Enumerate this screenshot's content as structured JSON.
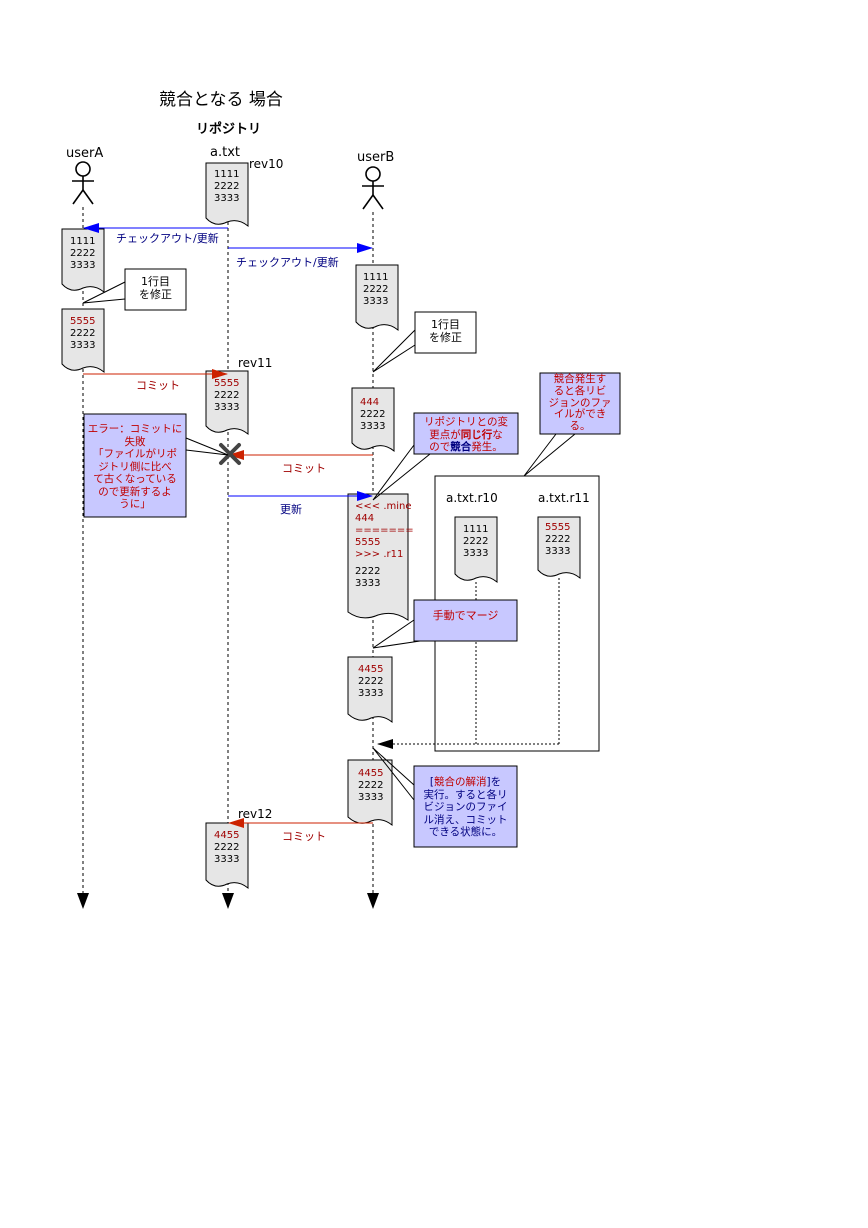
{
  "title": "競合となる 場合",
  "subtitle": "リポジトリ",
  "actors": {
    "userA": "userA",
    "repo": "a.txt",
    "userB": "userB"
  },
  "revisions": {
    "rev10": "rev10",
    "rev11": "rev11",
    "rev12": "rev12"
  },
  "messages": {
    "checkout_a": "チェックアウト/更新",
    "checkout_b": "チェックアウト/更新",
    "commit_a": "コミット",
    "commit_b_fail": "コミット",
    "update_b": "更新",
    "commit_b_ok": "コミット"
  },
  "documents": {
    "repo_rev10": "1111\n2222\n3333",
    "a_checkout": "1111\n2222\n3333",
    "b_checkout": "1111\n2222\n3333",
    "a_modified_line1": "5555",
    "a_modified_rest": "2222\n3333",
    "repo_rev11_line1": "5555",
    "repo_rev11_rest": "2222\n3333",
    "b_modified_line1": "444",
    "b_modified_rest": "2222\n3333",
    "b_conflict_marked": "<<< .mine\n444\n=======\n5555\n>>> .r11",
    "b_conflict_rest": "2222\n3333",
    "b_merged_line1": "4455",
    "b_merged_rest": "2222\n3333",
    "b_resolved_line1": "4455",
    "b_resolved_rest": "2222\n3333",
    "repo_rev12_line1": "4455",
    "repo_rev12_rest": "2222\n3333",
    "r10_file": "1111\n2222\n3333",
    "r11_file_line1": "5555",
    "r11_file_rest": "2222\n3333"
  },
  "conflict_files": {
    "r10_label": "a.txt.r10",
    "r11_label": "a.txt.r11"
  },
  "notes": {
    "a_edit": "1行目\nを修正",
    "b_edit": "1行目\nを修正",
    "error": "エラー：コミットに\n失敗\n「ファイルがリポ\nジトリ側に比べ\nて古くなっている\nので更新するよ\nうに」",
    "conflict_occurs_pre": "リポジトリとの変\n更点が",
    "conflict_occurs_bold1": "同じ行",
    "conflict_occurs_mid": "な\nので",
    "conflict_occurs_bold2": "競合",
    "conflict_occurs_post": "発生。",
    "conflict_files_note": "競合発生す\nると各リビ\nジョンのファ\nイルができ\nる。",
    "manual_merge": "手動でマージ",
    "resolve_pre": "[",
    "resolve_red": "競合の解消",
    "resolve_post": "]を\n実行。すると各リ\nビジョンのファイ\nル消え、コミット\nできる状態に。"
  },
  "colors": {
    "checkout_arrow": "#0000ff",
    "commit_arrow": "#cc2200",
    "note_fill": "#c8c8ff",
    "doc_fill": "#e6e6e6",
    "error_mark": "#444444"
  }
}
